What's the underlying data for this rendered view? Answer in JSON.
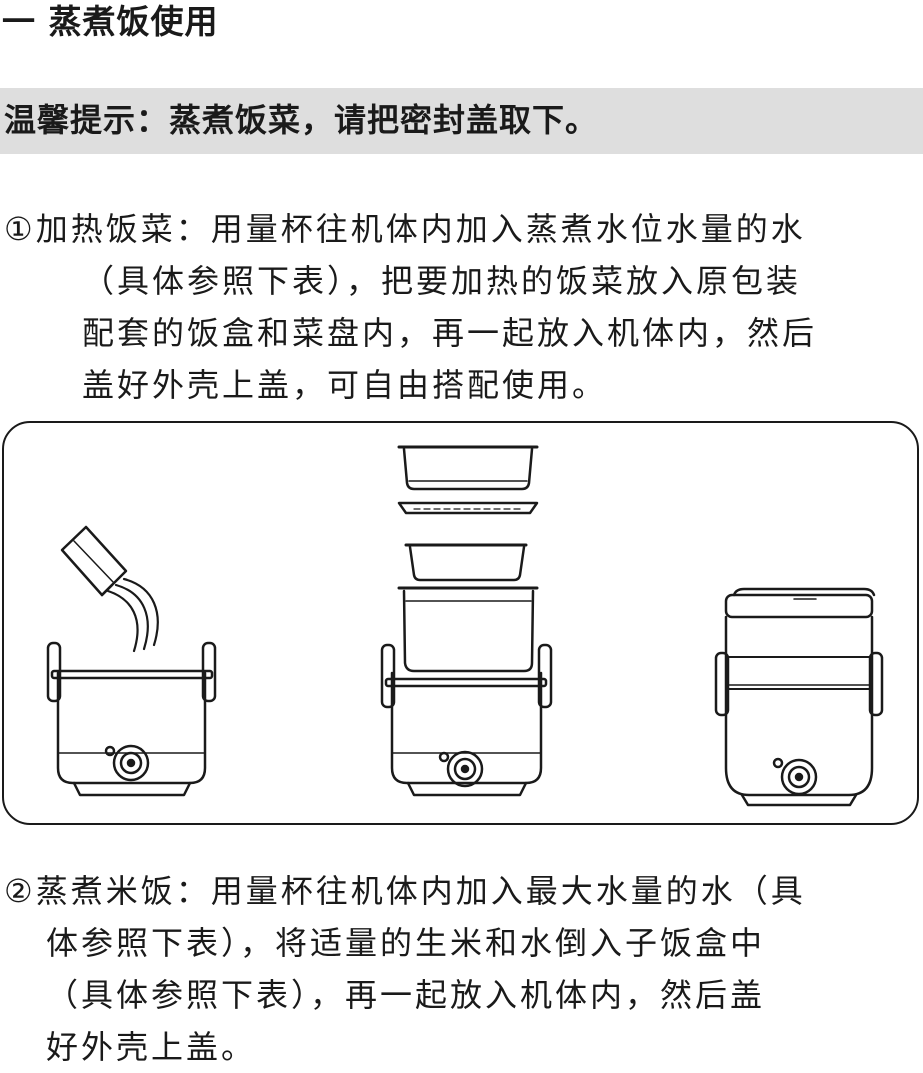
{
  "section": {
    "title": "一 蒸煮饭使用"
  },
  "tip": {
    "text": "温馨提示：蒸煮饭菜，请把密封盖取下。"
  },
  "step1": {
    "number": "①",
    "lines": [
      "加热饭菜：用量杯往机体内加入蒸煮水位水量的水",
      "（具体参照下表），把要加热的饭菜放入原包装",
      "配套的饭盒和菜盘内，再一起放入机体内，然后",
      "盖好外壳上盖，可自由搭配使用。"
    ]
  },
  "step2": {
    "number": "②",
    "lines": [
      "蒸煮米饭：用量杯往机体内加入最大水量的水（具",
      "体参照下表），将适量的生米和水倒入子饭盒中",
      "（具体参照下表），再一起放入机体内，然后盖",
      "好外壳上盖。"
    ]
  },
  "illustration": {
    "panels": [
      "pour-water-into-base",
      "stack-inner-containers",
      "assembled-with-lid"
    ],
    "line_color": "#1a1a1a"
  }
}
